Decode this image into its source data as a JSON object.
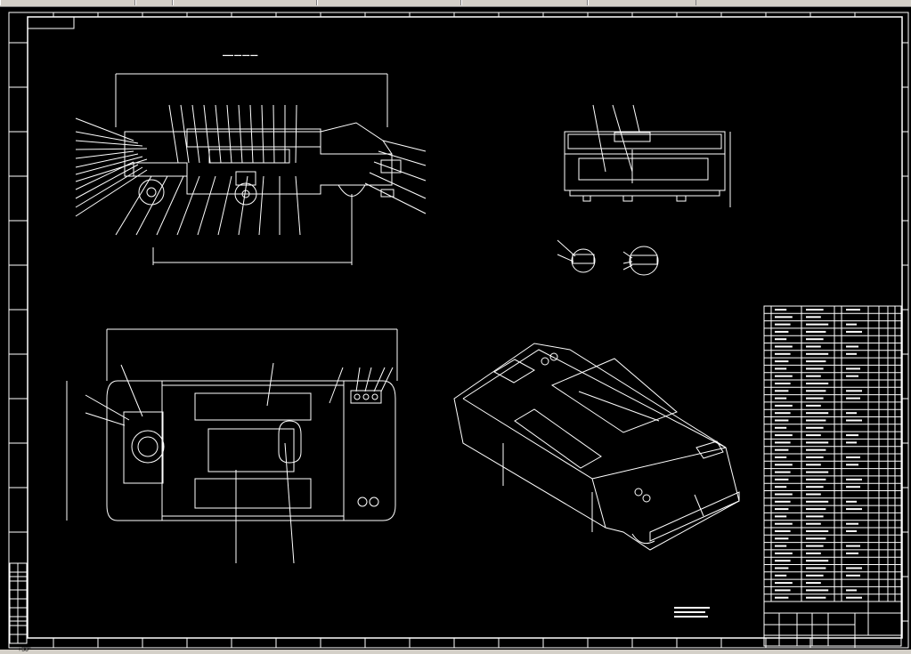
{
  "window": {
    "toolbar_segments": 6,
    "status_text": "+30°"
  },
  "colors": {
    "background": "#000000",
    "lines": "#ffffff",
    "toolbar": "#d4d0c8"
  },
  "drawing": {
    "views": [
      "front-view",
      "side-view",
      "detail-a",
      "detail-b",
      "top-view",
      "isometric-view"
    ],
    "bill_of_materials_rows": 40,
    "title_block": true
  }
}
